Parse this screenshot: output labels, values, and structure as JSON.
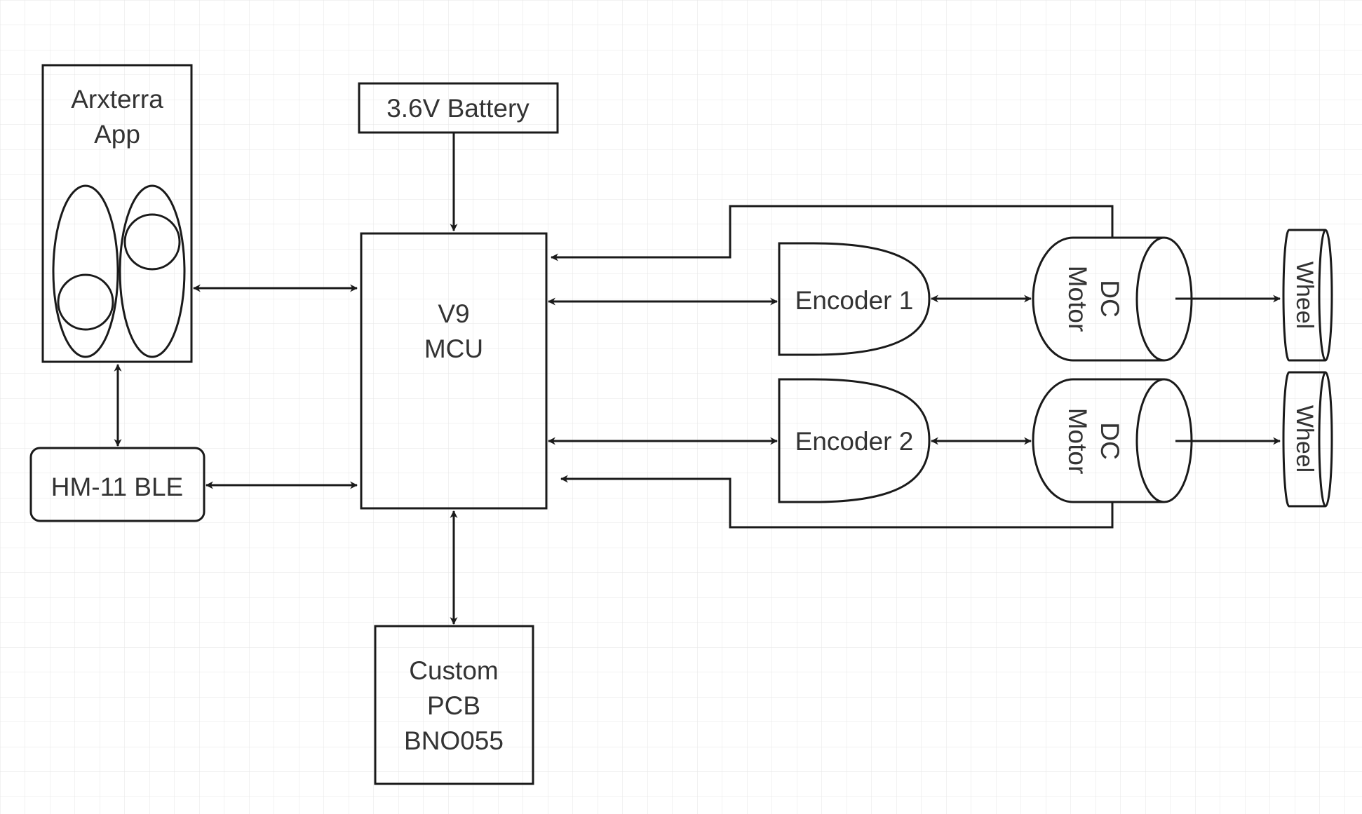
{
  "blocks": {
    "app": {
      "line1": "Arxterra",
      "line2": "App"
    },
    "ble": {
      "label": "HM-11 BLE"
    },
    "battery": {
      "label": "3.6V Battery"
    },
    "mcu": {
      "line1": "V9",
      "line2": "MCU"
    },
    "pcb": {
      "line1": "Custom",
      "line2": "PCB",
      "line3": "BNO055"
    },
    "encoder1": {
      "label": "Encoder 1"
    },
    "encoder2": {
      "label": "Encoder 2"
    },
    "motor1": {
      "line1": "DC",
      "line2": "Motor"
    },
    "motor2": {
      "line1": "DC",
      "line2": "Motor"
    },
    "wheel1": {
      "label": "Wheel"
    },
    "wheel2": {
      "label": "Wheel"
    }
  },
  "colors": {
    "stroke": "#1a1a1a",
    "text": "#333333",
    "grid": "#e6e6e6"
  }
}
